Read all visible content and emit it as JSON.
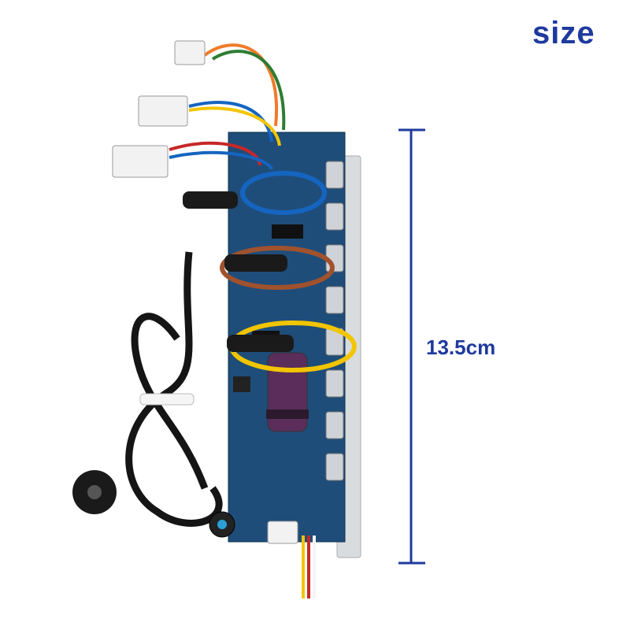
{
  "heading": {
    "text": "size",
    "color": "#1e3a9e"
  },
  "dimension": {
    "label": "13.5cm",
    "color": "#1e3a9e"
  },
  "product": {
    "description_icon": "controller-board-photo",
    "board_color": "#1f4d7a",
    "heatsink_color": "#d9dcdf",
    "cable_color": "#151515",
    "wire_colors": [
      "#f07a2a",
      "#2e7d32",
      "#1565c0",
      "#f2c500",
      "#c62828",
      "#a0522d"
    ]
  }
}
